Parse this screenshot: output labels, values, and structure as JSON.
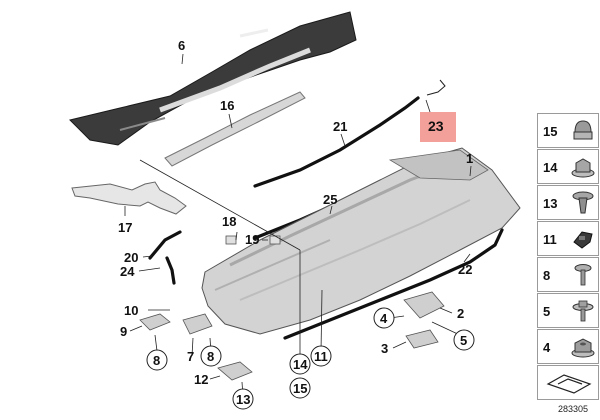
{
  "callouts": {
    "c1": "1",
    "c2": "2",
    "c3": "3",
    "c4": "4",
    "c5": "5",
    "c6": "6",
    "c7": "7",
    "c8a": "8",
    "c8b": "8",
    "c9": "9",
    "c10": "10",
    "c11": "11",
    "c12": "12",
    "c13": "13",
    "c14": "14",
    "c15": "15",
    "c16": "16",
    "c17": "17",
    "c18": "18",
    "c19": "19",
    "c20": "20",
    "c21": "21",
    "c22": "22",
    "c23": "23",
    "c24": "24",
    "c25": "25"
  },
  "highlight_color": "#f4a09a",
  "legend": [
    {
      "number": "15",
      "icon": "cap-nut-icon"
    },
    {
      "number": "14",
      "icon": "hex-nut-flange-icon"
    },
    {
      "number": "13",
      "icon": "expanding-rivet-icon"
    },
    {
      "number": "11",
      "icon": "clip-icon"
    },
    {
      "number": "8",
      "icon": "screw-icon"
    },
    {
      "number": "5",
      "icon": "flange-screw-icon"
    },
    {
      "number": "4",
      "icon": "collar-nut-icon"
    },
    {
      "number": "",
      "icon": "arrow-bracket-icon"
    }
  ],
  "diagram_id": "283305"
}
